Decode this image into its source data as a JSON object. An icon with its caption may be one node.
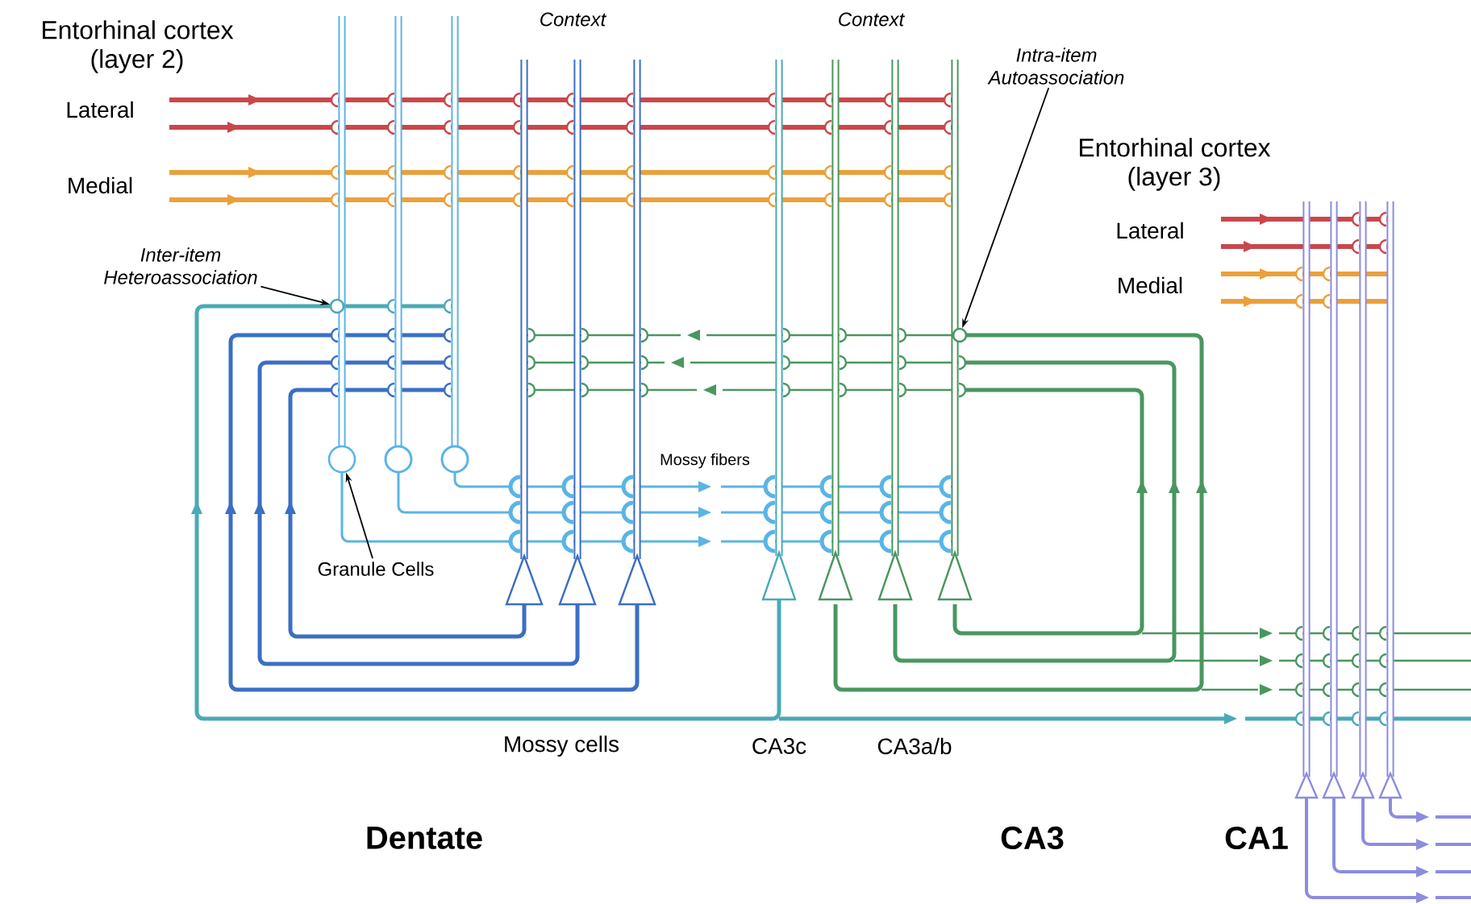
{
  "diagram": {
    "nodes": [
      {
        "text": [
          "Intra-item Autoassociation"
        ]
      },
      {
        "text": [],
        "shape": "circle"
      },
      {
        "text": [
          "Inter-item Heteroassociation"
        ]
      },
      {
        "text": [],
        "shape": "circle"
      },
      {
        "text": [
          "Granule Cells"
        ]
      },
      {
        "text": [],
        "shape": "circle"
      }
    ],
    "edges": [
      {
        "from": 0,
        "to": 1,
        "arrow": "to"
      },
      {
        "from": 2,
        "to": 3,
        "arrow": "to"
      },
      {
        "from": 4,
        "to": 5,
        "arrow": "to"
      }
    ],
    "labels": [
      "Entorhinal cortex (layer 2)",
      "Context",
      "Context",
      "Lateral",
      "Entorhinal cortex (layer 3)",
      "Medial",
      "Lateral",
      "Medial",
      "Mossy fibers",
      "Mossy cells",
      "CA3c",
      "CA3a/b",
      "Dentate",
      "CA3",
      "CA1"
    ]
  }
}
